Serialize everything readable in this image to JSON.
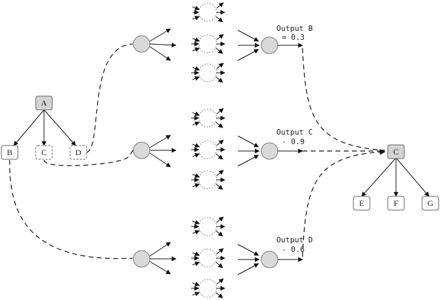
{
  "tree_top": {
    "root": "A",
    "children": [
      "B",
      "C",
      "D"
    ]
  },
  "tree_bottom": {
    "root": "C",
    "children": [
      "E",
      "F",
      "G"
    ]
  },
  "outputs": [
    {
      "name": "Output B",
      "value": "= 0.3"
    },
    {
      "name": "Output C",
      "value": "- 0.9"
    },
    {
      "name": "Output D",
      "value": "- 0.6"
    }
  ]
}
